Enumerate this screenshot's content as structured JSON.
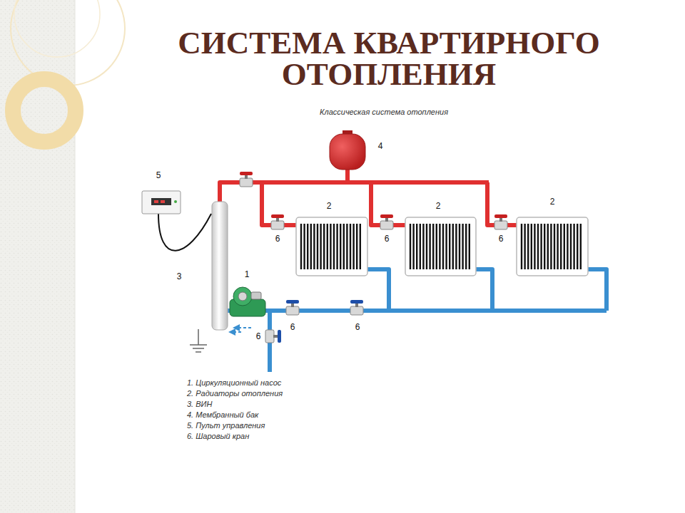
{
  "diagram": {
    "title": "СИСТЕМА КВАРТИРНОГО ОТОПЛЕНИЯ",
    "labels": [
      "Классическая система отопления",
      "5",
      "3",
      "1",
      "4",
      "2",
      "2",
      "2",
      "6",
      "6",
      "6",
      "6",
      "6",
      "6",
      "1. Циркуляционный насос",
      "2. Радиаторы отопления",
      "3. ВИН",
      "4. Мембранный бак",
      "5. Пульт управления",
      "6. Шаровый кран"
    ]
  }
}
